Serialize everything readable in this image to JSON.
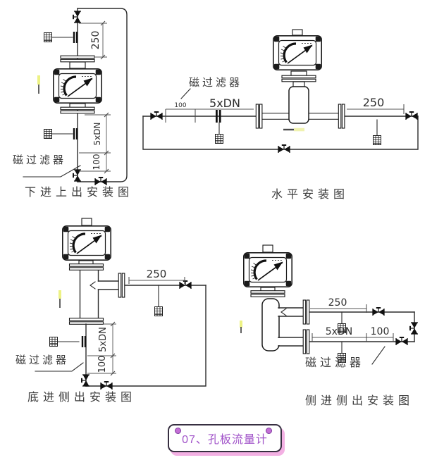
{
  "diagrams": {
    "d1": {
      "caption": "下进上出安装图",
      "dim_250": "250",
      "dim_5xdn": "5xDN",
      "dim_100": "100",
      "filter": "磁过滤器"
    },
    "d2": {
      "caption": "水平安装图",
      "dim_100": "100",
      "dim_5xdn": "5xDN",
      "dim_250": "250",
      "filter": "磁过滤器"
    },
    "d3": {
      "caption": "底进侧出安装图",
      "dim_250": "250",
      "dim_5xdn": "5xDN",
      "dim_100": "100",
      "filter": "磁过滤器"
    },
    "d4": {
      "caption": "侧进侧出安装图",
      "dim_250": "250",
      "dim_5xdn": "5xDN",
      "dim_100": "100",
      "filter": "磁过滤器"
    }
  },
  "footer": {
    "title": "07、孔板流量计"
  },
  "colors": {
    "line": "#2b2b2b",
    "dim": "#555555",
    "accent_purple": "#a153c9",
    "shadow_pink": "#f3b0e3",
    "card_border": "#372f41",
    "highlight_yellow": "#edf284"
  }
}
